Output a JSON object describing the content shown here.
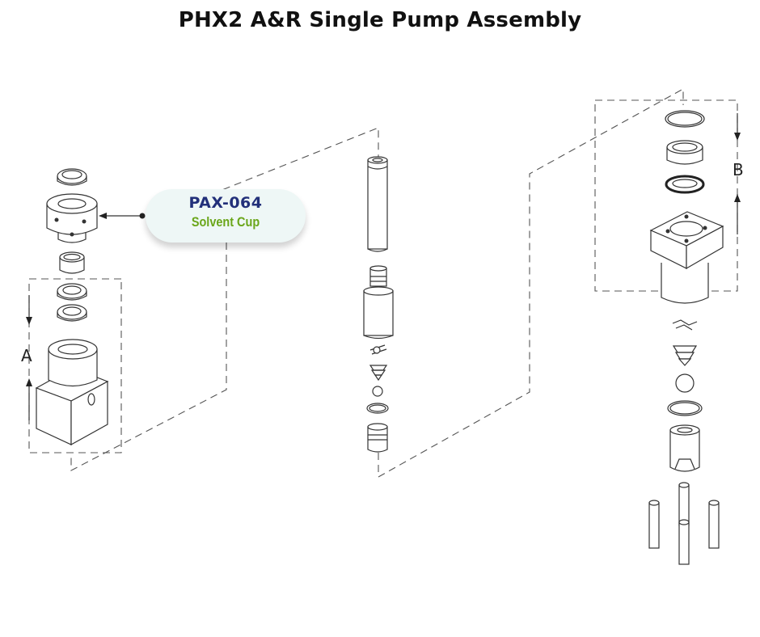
{
  "title": "PHX2 A&R Single Pump Assembly",
  "callout": {
    "part_number": "PAX-064",
    "part_name": "Solvent Cup"
  },
  "section_labels": {
    "a": "A",
    "b": "B"
  },
  "colors": {
    "part_number": "#22307a",
    "part_name": "#6aa61a",
    "callout_bg": "#eef7f6"
  }
}
